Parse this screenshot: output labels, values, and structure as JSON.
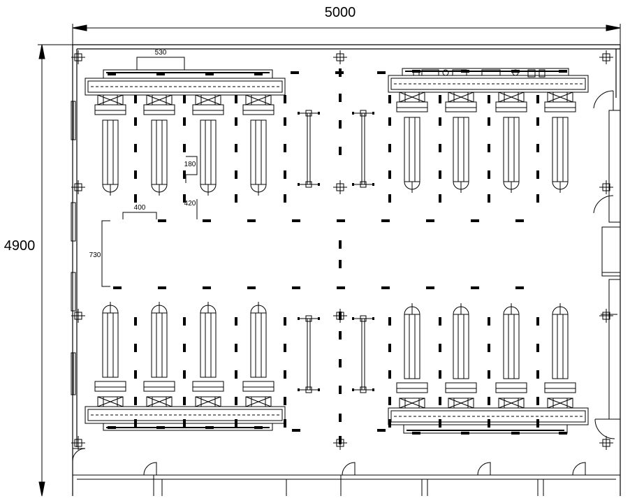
{
  "dimensions": {
    "overall_width": "5000",
    "overall_height": "4900",
    "top_slot_spacing": "530",
    "mid_gap": "400",
    "upper_offset": "180",
    "lower_offset": "420",
    "aisle_width": "730"
  },
  "colors": {
    "line": "#000000",
    "background": "#ffffff"
  }
}
